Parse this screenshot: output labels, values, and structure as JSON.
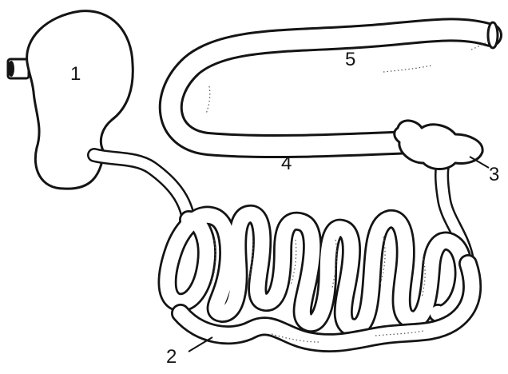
{
  "diagram": {
    "parts": [
      {
        "id": "stomach",
        "label": "1"
      },
      {
        "id": "small-intestine",
        "label": "2"
      },
      {
        "id": "caecum",
        "label": "3"
      },
      {
        "id": "colon",
        "label": "4"
      },
      {
        "id": "rectum",
        "label": "5"
      }
    ],
    "colors": {
      "line": "#141414",
      "fill": "#ffffff"
    }
  }
}
